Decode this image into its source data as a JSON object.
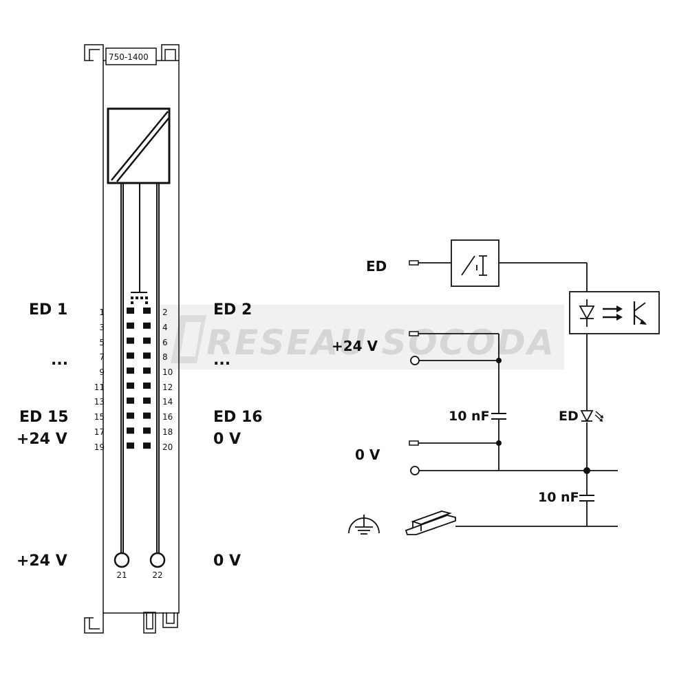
{
  "module": {
    "part_number": "750-1400"
  },
  "left_labels": {
    "ed1": "ED 1",
    "ed2": "ED 2",
    "dots_left": "...",
    "dots_right": "...",
    "ed15": "ED 15",
    "ed16": "ED 16",
    "plus24_row": "+24 V",
    "zero_row": "0 V",
    "plus24_bottom": "+24 V",
    "zero_bottom": "0 V"
  },
  "terminals": {
    "left": [
      "1",
      "3",
      "5",
      "7",
      "9",
      "11",
      "13",
      "15",
      "17",
      "19"
    ],
    "right": [
      "2",
      "4",
      "6",
      "8",
      "10",
      "12",
      "14",
      "16",
      "18",
      "20"
    ],
    "bottom": [
      "21",
      "22"
    ]
  },
  "schematic": {
    "ed_label": "ED",
    "plus24_label": "+24 V",
    "zero_label": "0 V",
    "cap1_label": "10 nF",
    "cap2_label": "10 nF",
    "led_label": "ED",
    "earth_icon": "earth-ground-icon",
    "rail_icon": "din-rail-icon"
  },
  "watermark": {
    "text": "RESEAU SOCODA"
  }
}
